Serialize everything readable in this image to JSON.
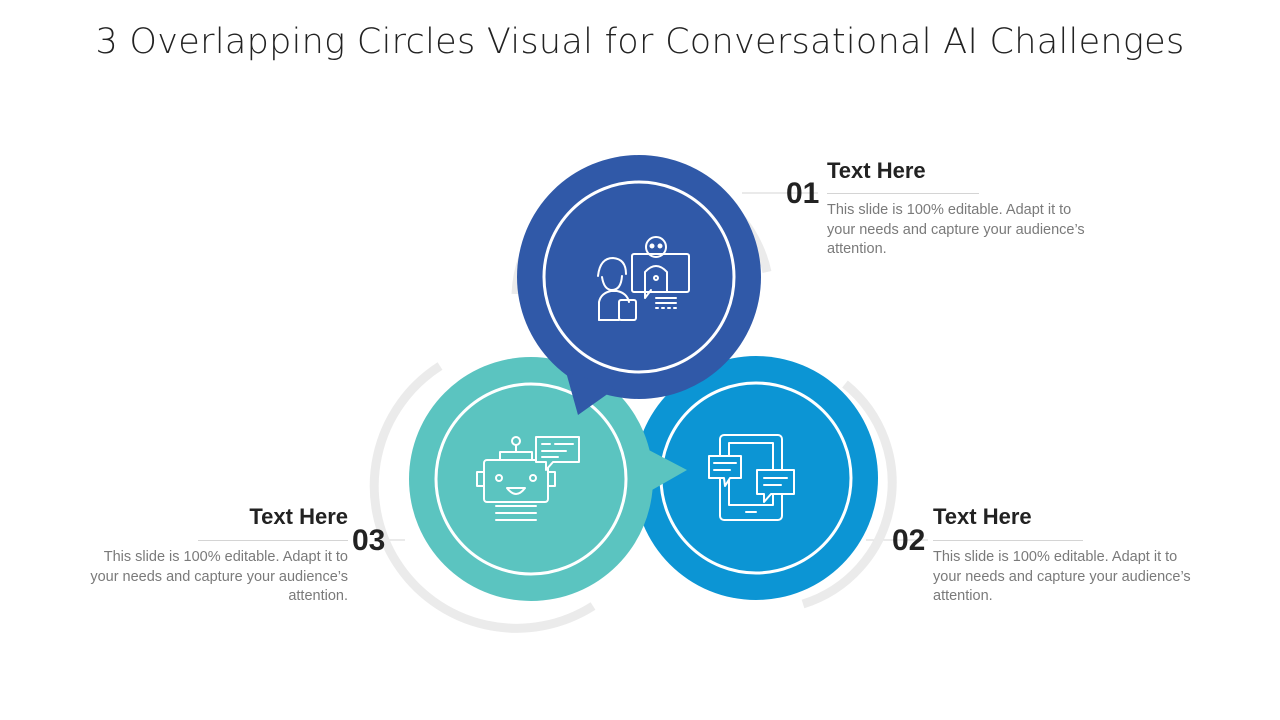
{
  "slide": {
    "title": "3 Overlapping Circles Visual for Conversational AI Challenges"
  },
  "colors": {
    "navy": "#3059A8",
    "blue": "#0C95D4",
    "teal": "#5BC4C0",
    "outline": "#EBEBEB"
  },
  "items": [
    {
      "number": "01",
      "heading": "Text Here",
      "body": "This slide is 100% editable. Adapt it to your needs and capture your audience’s attention.",
      "icon": "person-robot-chat-icon"
    },
    {
      "number": "02",
      "heading": "Text Here",
      "body": "This slide is 100% editable. Adapt it to your needs and capture your audience’s attention.",
      "icon": "tablet-chat-icon"
    },
    {
      "number": "03",
      "heading": "Text Here",
      "body": "This slide is 100% editable. Adapt it to your needs and capture your audience’s attention.",
      "icon": "robot-speech-icon"
    }
  ]
}
